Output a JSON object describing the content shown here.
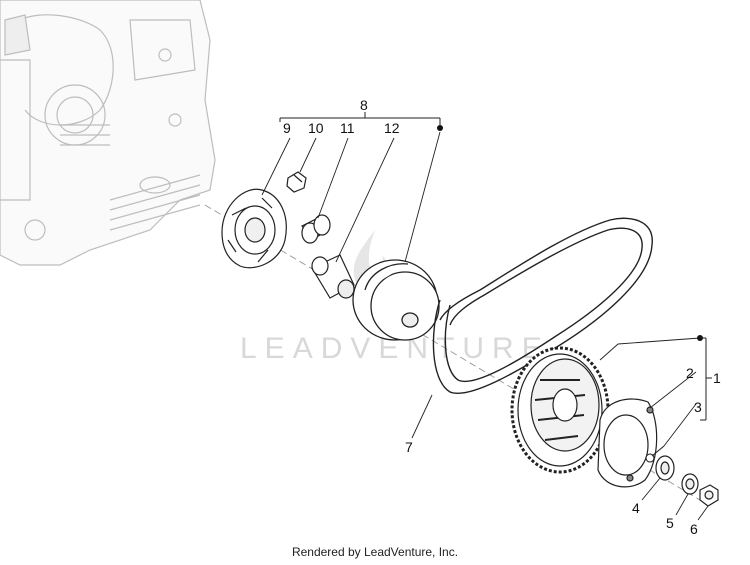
{
  "watermark": "LEADVENTURE",
  "footer": "Rendered by LeadVenture, Inc.",
  "callouts": {
    "c1": "1",
    "c2": "2",
    "c3": "3",
    "c4": "4",
    "c5": "5",
    "c6": "6",
    "c7": "7",
    "c8": "8",
    "c9": "9",
    "c10": "10",
    "c11": "11",
    "c12": "12"
  },
  "icons": [
    "crankcase-icon",
    "ramp-plate-icon",
    "roller-slider-icon",
    "bushing-icon",
    "spacer-sleeve-icon",
    "pulley-icon",
    "drive-belt-icon",
    "variator-assembly-icon",
    "cover-plate-icon",
    "bolt-icon",
    "washer-icon",
    "nut-icon"
  ]
}
